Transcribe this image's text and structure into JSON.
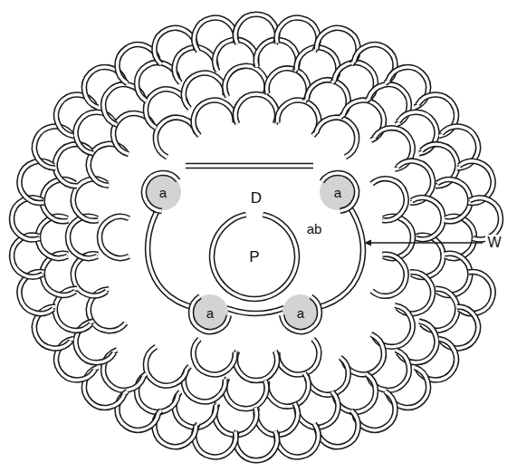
{
  "diagram": {
    "nodes": [
      {
        "text": [
          "D"
        ]
      },
      {
        "text": [
          "P"
        ],
        "in": 0
      },
      {
        "text": [
          "a"
        ]
      },
      {
        "text": [
          "a"
        ]
      },
      {
        "text": [
          "a"
        ]
      },
      {
        "text": [
          "a"
        ]
      }
    ],
    "labels": [
      "ab",
      "W"
    ]
  }
}
